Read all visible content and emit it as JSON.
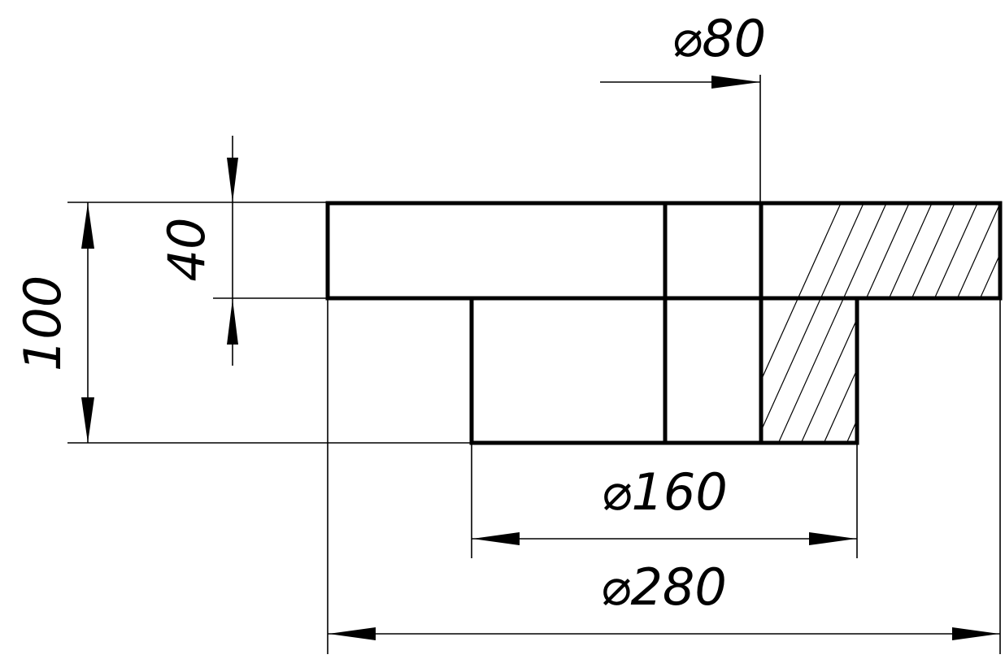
{
  "dimensions": {
    "height_total": "100",
    "height_flange": "40",
    "bore_diameter": "⌀80",
    "hub_diameter": "⌀160",
    "flange_diameter": "⌀280"
  },
  "colors": {
    "line": "#000000",
    "background": "#ffffff"
  }
}
